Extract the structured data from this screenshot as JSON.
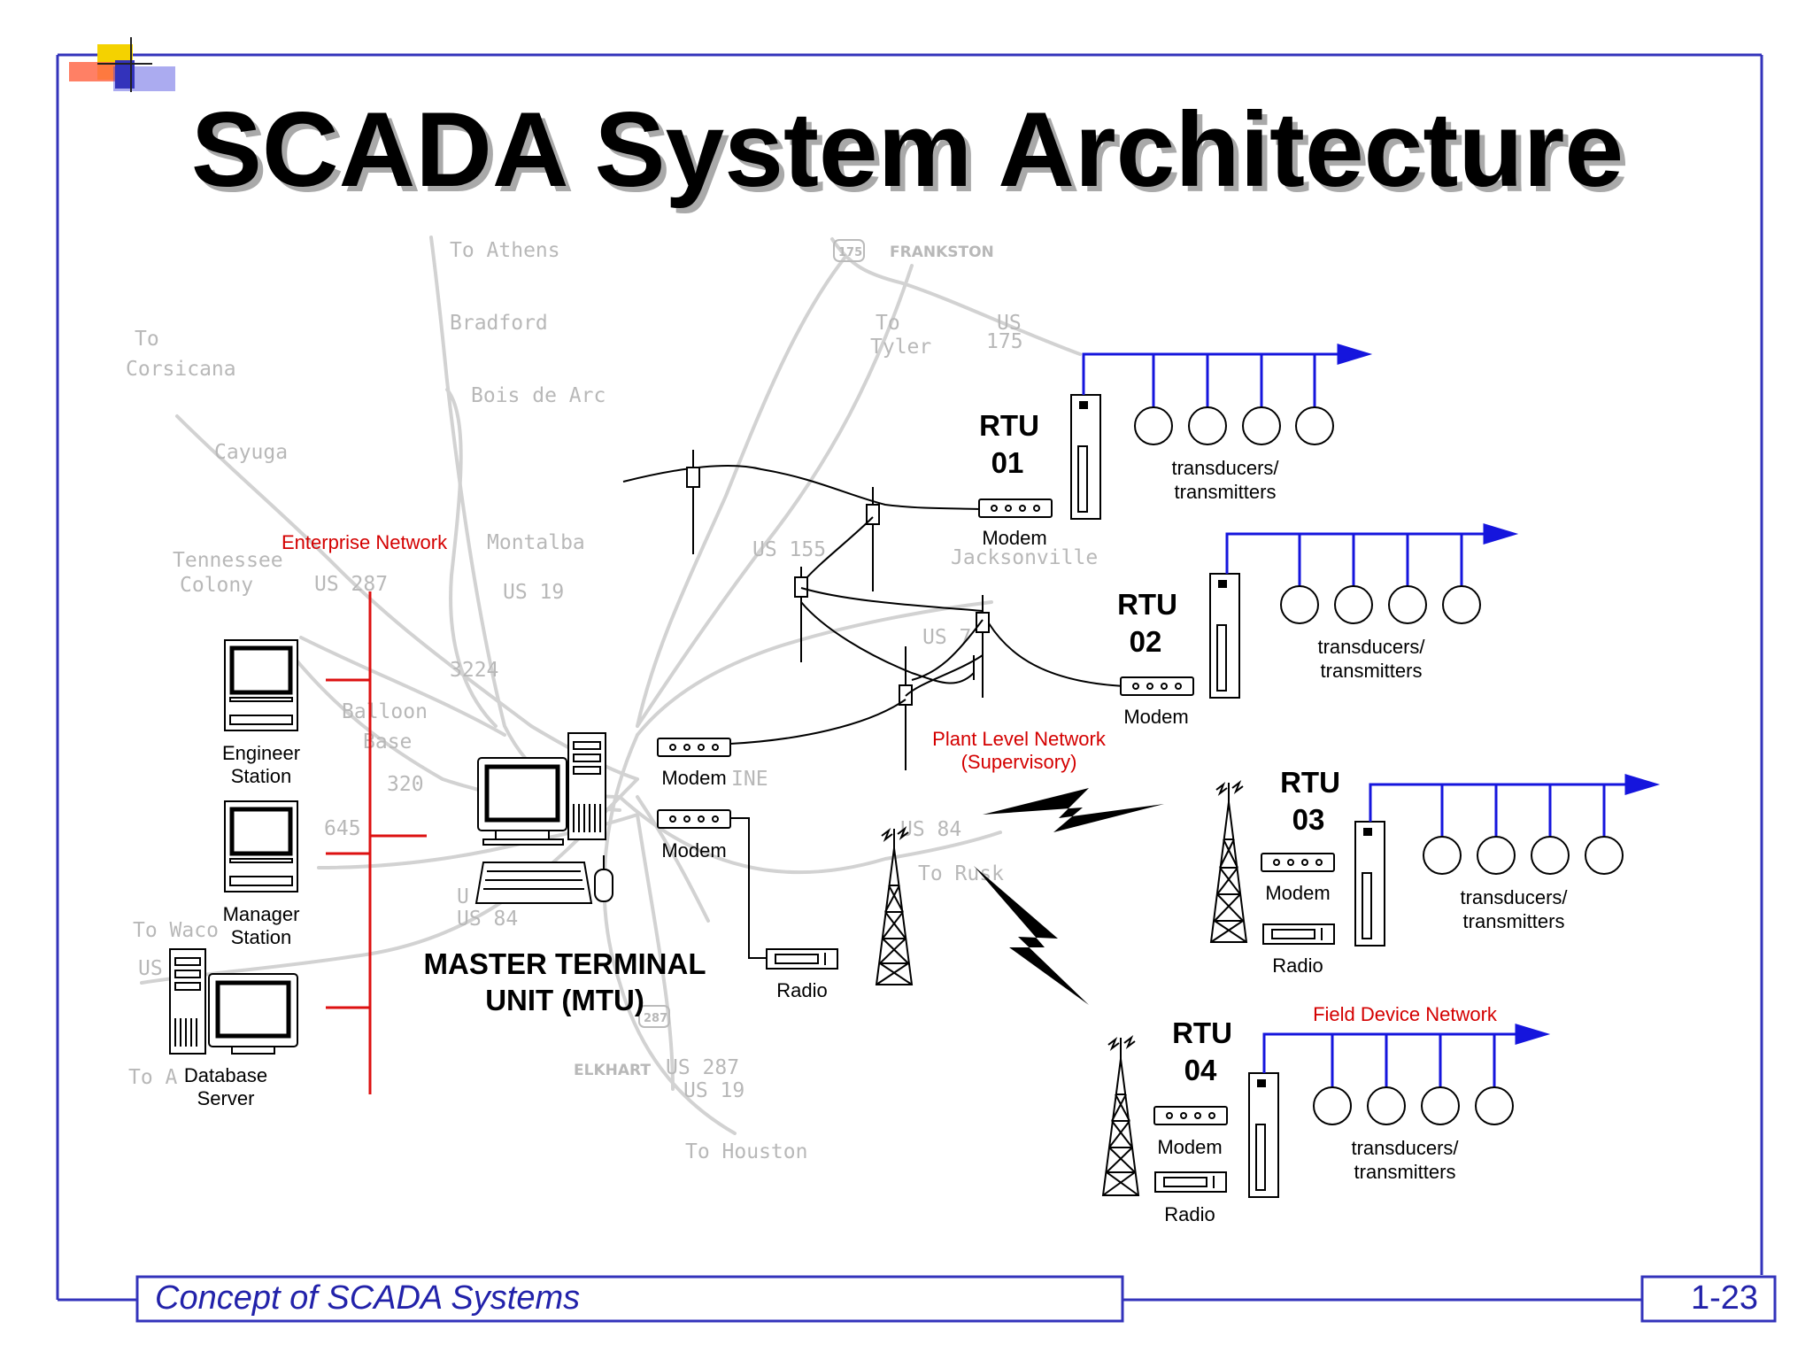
{
  "title": "SCADA System Architecture",
  "footer": {
    "left": "Concept of SCADA Systems",
    "right": "1-23"
  },
  "networks": {
    "enterprise": "Enterprise Network",
    "plant_line1": "Plant Level Network",
    "plant_line2": "(Supervisory)",
    "field": "Field Device Network"
  },
  "stations": {
    "engineer": [
      "Engineer",
      "Station"
    ],
    "manager": [
      "Manager",
      "Station"
    ],
    "database": [
      "Database",
      "Server"
    ]
  },
  "mtu": {
    "line1": "MASTER TERMINAL",
    "line2": "UNIT (MTU)",
    "modem1": "Modem",
    "modem2": "Modem",
    "radio": "Radio"
  },
  "rtus": [
    {
      "line1": "RTU",
      "line2": "01",
      "modem": "Modem",
      "radio": "",
      "devices": [
        "transducers/",
        "transmitters"
      ]
    },
    {
      "line1": "RTU",
      "line2": "02",
      "modem": "Modem",
      "radio": "",
      "devices": [
        "transducers/",
        "transmitters"
      ]
    },
    {
      "line1": "RTU",
      "line2": "03",
      "modem": "Modem",
      "radio": "Radio",
      "devices": [
        "transducers/",
        "transmitters"
      ]
    },
    {
      "line1": "RTU",
      "line2": "04",
      "modem": "Modem",
      "radio": "Radio",
      "devices": [
        "transducers/",
        "transmitters"
      ]
    }
  ],
  "map_labels": {
    "athens": "To Athens",
    "frankston": "FRANKSTON",
    "hw175": "175",
    "corsicana1": "To",
    "corsicana2": "Corsicana",
    "bradford": "Bradford",
    "tyler1": "To",
    "tyler2": "Tyler",
    "us175a": "US",
    "us175b": "175",
    "bois": "Bois de Arc",
    "cayuga": "Cayuga",
    "tennessee1": "Tennessee",
    "tennessee2": "Colony",
    "montalba": "Montalba",
    "us155": "US 155",
    "jacksonville": "Jacksonville",
    "us287": "US 287",
    "us19": "US 19",
    "us7": "US 7",
    "r3224": "3224",
    "balloon1": "Balloon",
    "balloon2": "Base",
    "r320": "320",
    "r645": "645",
    "ine": "INE",
    "us84a": "US 84",
    "torusk": "To Rusk",
    "us84b": "US 84",
    "towaco": "To Waco",
    "us": "US",
    "toa": "To A",
    "elkhart": "ELKHART",
    "us287b": "US 287",
    "us19b": "US 19",
    "hw287": "287",
    "houston": "To Houston",
    "u": "U"
  },
  "colors": {
    "frame": "#3333bb",
    "bus_red": "#dd1111",
    "field_blue": "#1515dd",
    "map_gray": "#cfcfcf"
  }
}
